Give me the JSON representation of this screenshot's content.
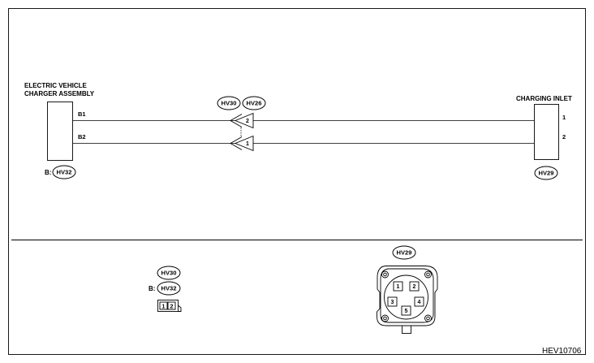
{
  "diagram": {
    "drawing_code": "HEV10706",
    "charger": {
      "name_line1": "ELECTRIC VEHICLE",
      "name_line2": "CHARGER ASSEMBLY",
      "connector_prefix": "B:",
      "connector": "HV32",
      "terminals": [
        "B1",
        "B2"
      ]
    },
    "inlet": {
      "name": "CHARGING INLET",
      "connector": "HV29",
      "terminals": [
        "1",
        "2"
      ]
    },
    "junction": {
      "connectors": [
        "HV30",
        "HV26"
      ],
      "pins": [
        "2",
        "1"
      ]
    },
    "connector_views": {
      "small": {
        "connector_a": "HV30",
        "connector_prefix": "B:",
        "connector_b": "HV32",
        "pins": [
          "1",
          "2"
        ]
      },
      "inlet": {
        "connector": "HV29",
        "pins": [
          "1",
          "2",
          "3",
          "4",
          "5"
        ]
      }
    }
  }
}
